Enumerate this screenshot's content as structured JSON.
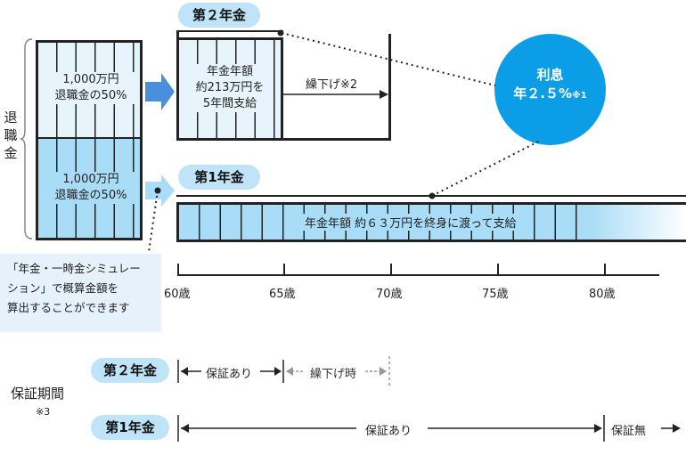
{
  "retirement_label": "退\n職\n金",
  "block_upper": {
    "line1": "1,000万円",
    "line2": "退職金の50%"
  },
  "block_lower": {
    "line1": "1,000万円",
    "line2": "退職金の50%"
  },
  "pension2": {
    "tag": "第２年金",
    "box_line1": "年金年額",
    "box_line2": "約213万円を",
    "box_line3": "5年間支給",
    "defer_label": "繰下げ※2"
  },
  "pension1": {
    "tag": "第1年金",
    "bar_label": "年金年額 約６３万円を終身に渡って支給"
  },
  "interest": {
    "line1": "利息",
    "line2": "年２.５%",
    "note": "※1"
  },
  "simulation_note": {
    "line1": "「年金・一時金シミュレー",
    "line2": "ション」で概算金額を",
    "line3": "算出することができます"
  },
  "axis_ticks": [
    "60歳",
    "65歳",
    "70歳",
    "75歳",
    "80歳"
  ],
  "guarantee": {
    "title": "保証期間",
    "note": "※3",
    "row2_tag": "第２年金",
    "row2_guaranteed": "保証あり",
    "row2_defer": "繰下げ時",
    "row1_tag": "第1年金",
    "row1_guaranteed": "保証あり",
    "row1_none": "保証無"
  },
  "colors": {
    "accent_blue": "#0b9ee6",
    "pill_blue": "#bfe3f7",
    "arrow_blue": "#4a8fdc",
    "light_fill": "#e7f4fc",
    "mid_fill": "#a9dcf6"
  }
}
